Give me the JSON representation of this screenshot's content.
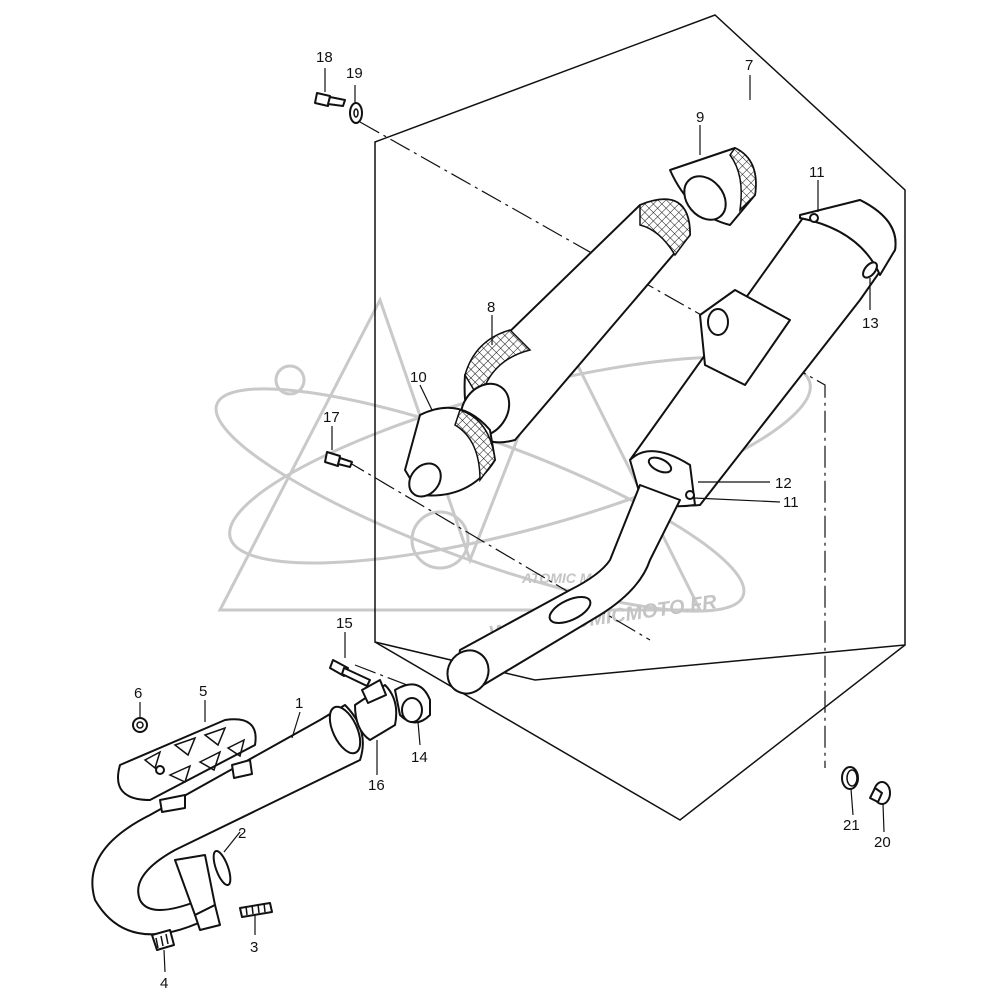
{
  "watermark": {
    "text": "WWW.ATOMICMOTO.FR",
    "logo_text": "ATOMIC MOTO"
  },
  "callouts": {
    "p1": "1",
    "p2": "2",
    "p3": "3",
    "p4": "4",
    "p5": "5",
    "p6": "6",
    "p7": "7",
    "p8": "8",
    "p9": "9",
    "p10": "10",
    "p11a": "11",
    "p11b": "11",
    "p12": "12",
    "p13": "13",
    "p14": "14",
    "p15": "15",
    "p16": "16",
    "p17": "17",
    "p18": "18",
    "p19": "19",
    "p20": "20",
    "p21": "21"
  }
}
